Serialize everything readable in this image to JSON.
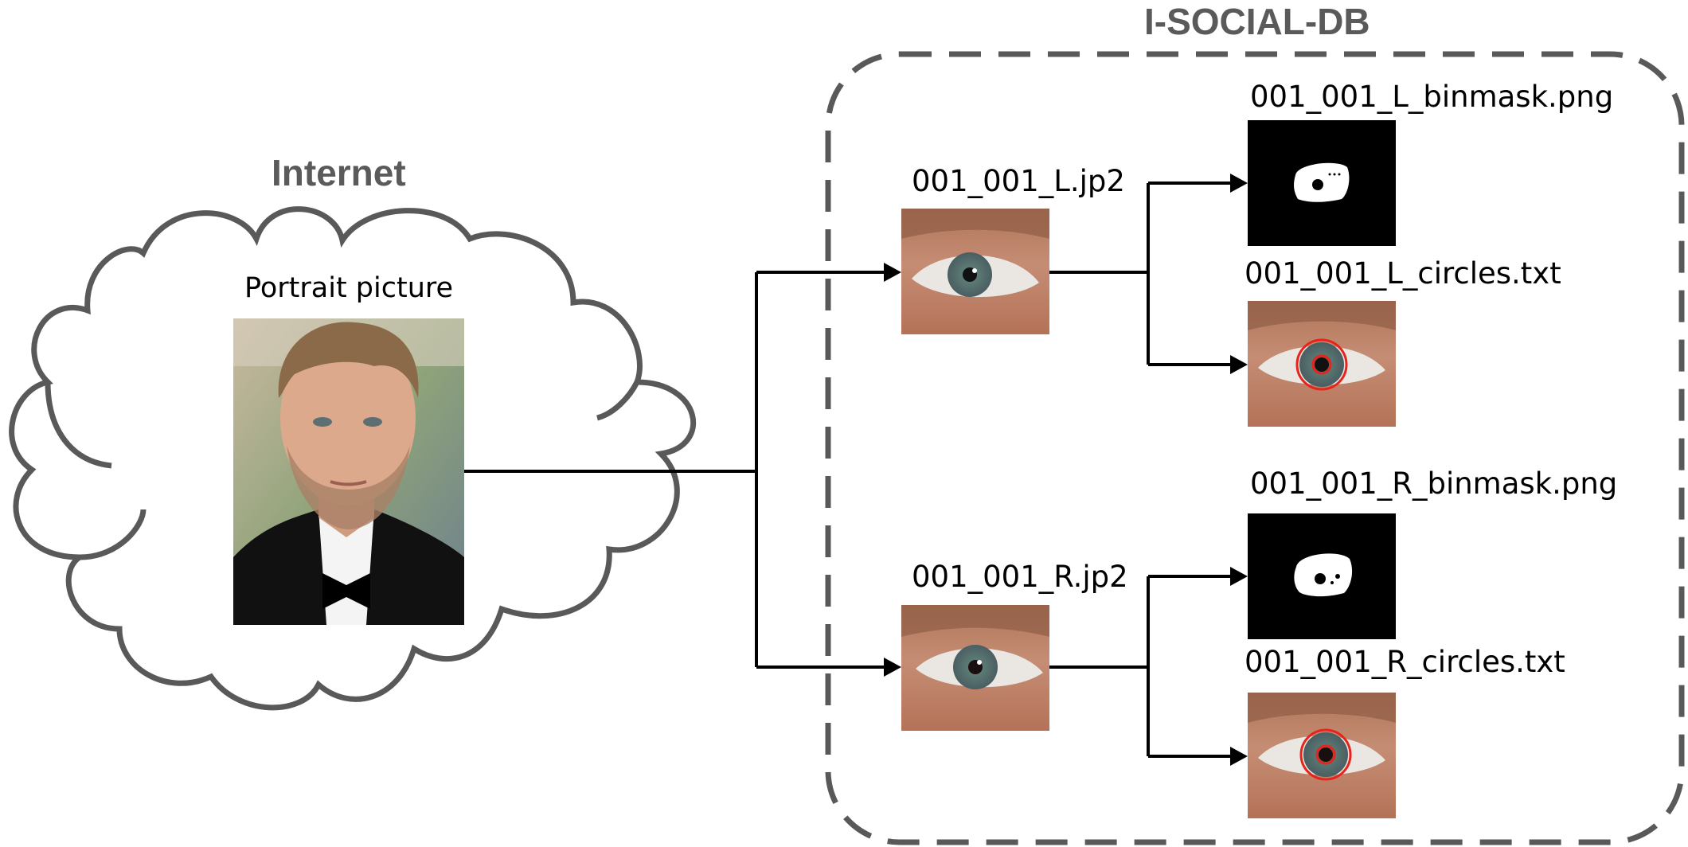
{
  "internet": {
    "title": "Internet",
    "portrait_label": "Portrait picture"
  },
  "database": {
    "title": "I-SOCIAL-DB"
  },
  "files": {
    "left_eye": "001_001_L.jp2",
    "right_eye": "001_001_R.jp2",
    "left_mask": "001_001_L_binmask.png",
    "left_circles": "001_001_L_circles.txt",
    "right_mask": "001_001_R_binmask.png",
    "right_circles": "001_001_R_circles.txt"
  },
  "colors": {
    "outline": "#595959",
    "arrow": "#000000",
    "circle": "#e8231c",
    "mask_bg": "#000000",
    "mask_fg": "#ffffff"
  }
}
